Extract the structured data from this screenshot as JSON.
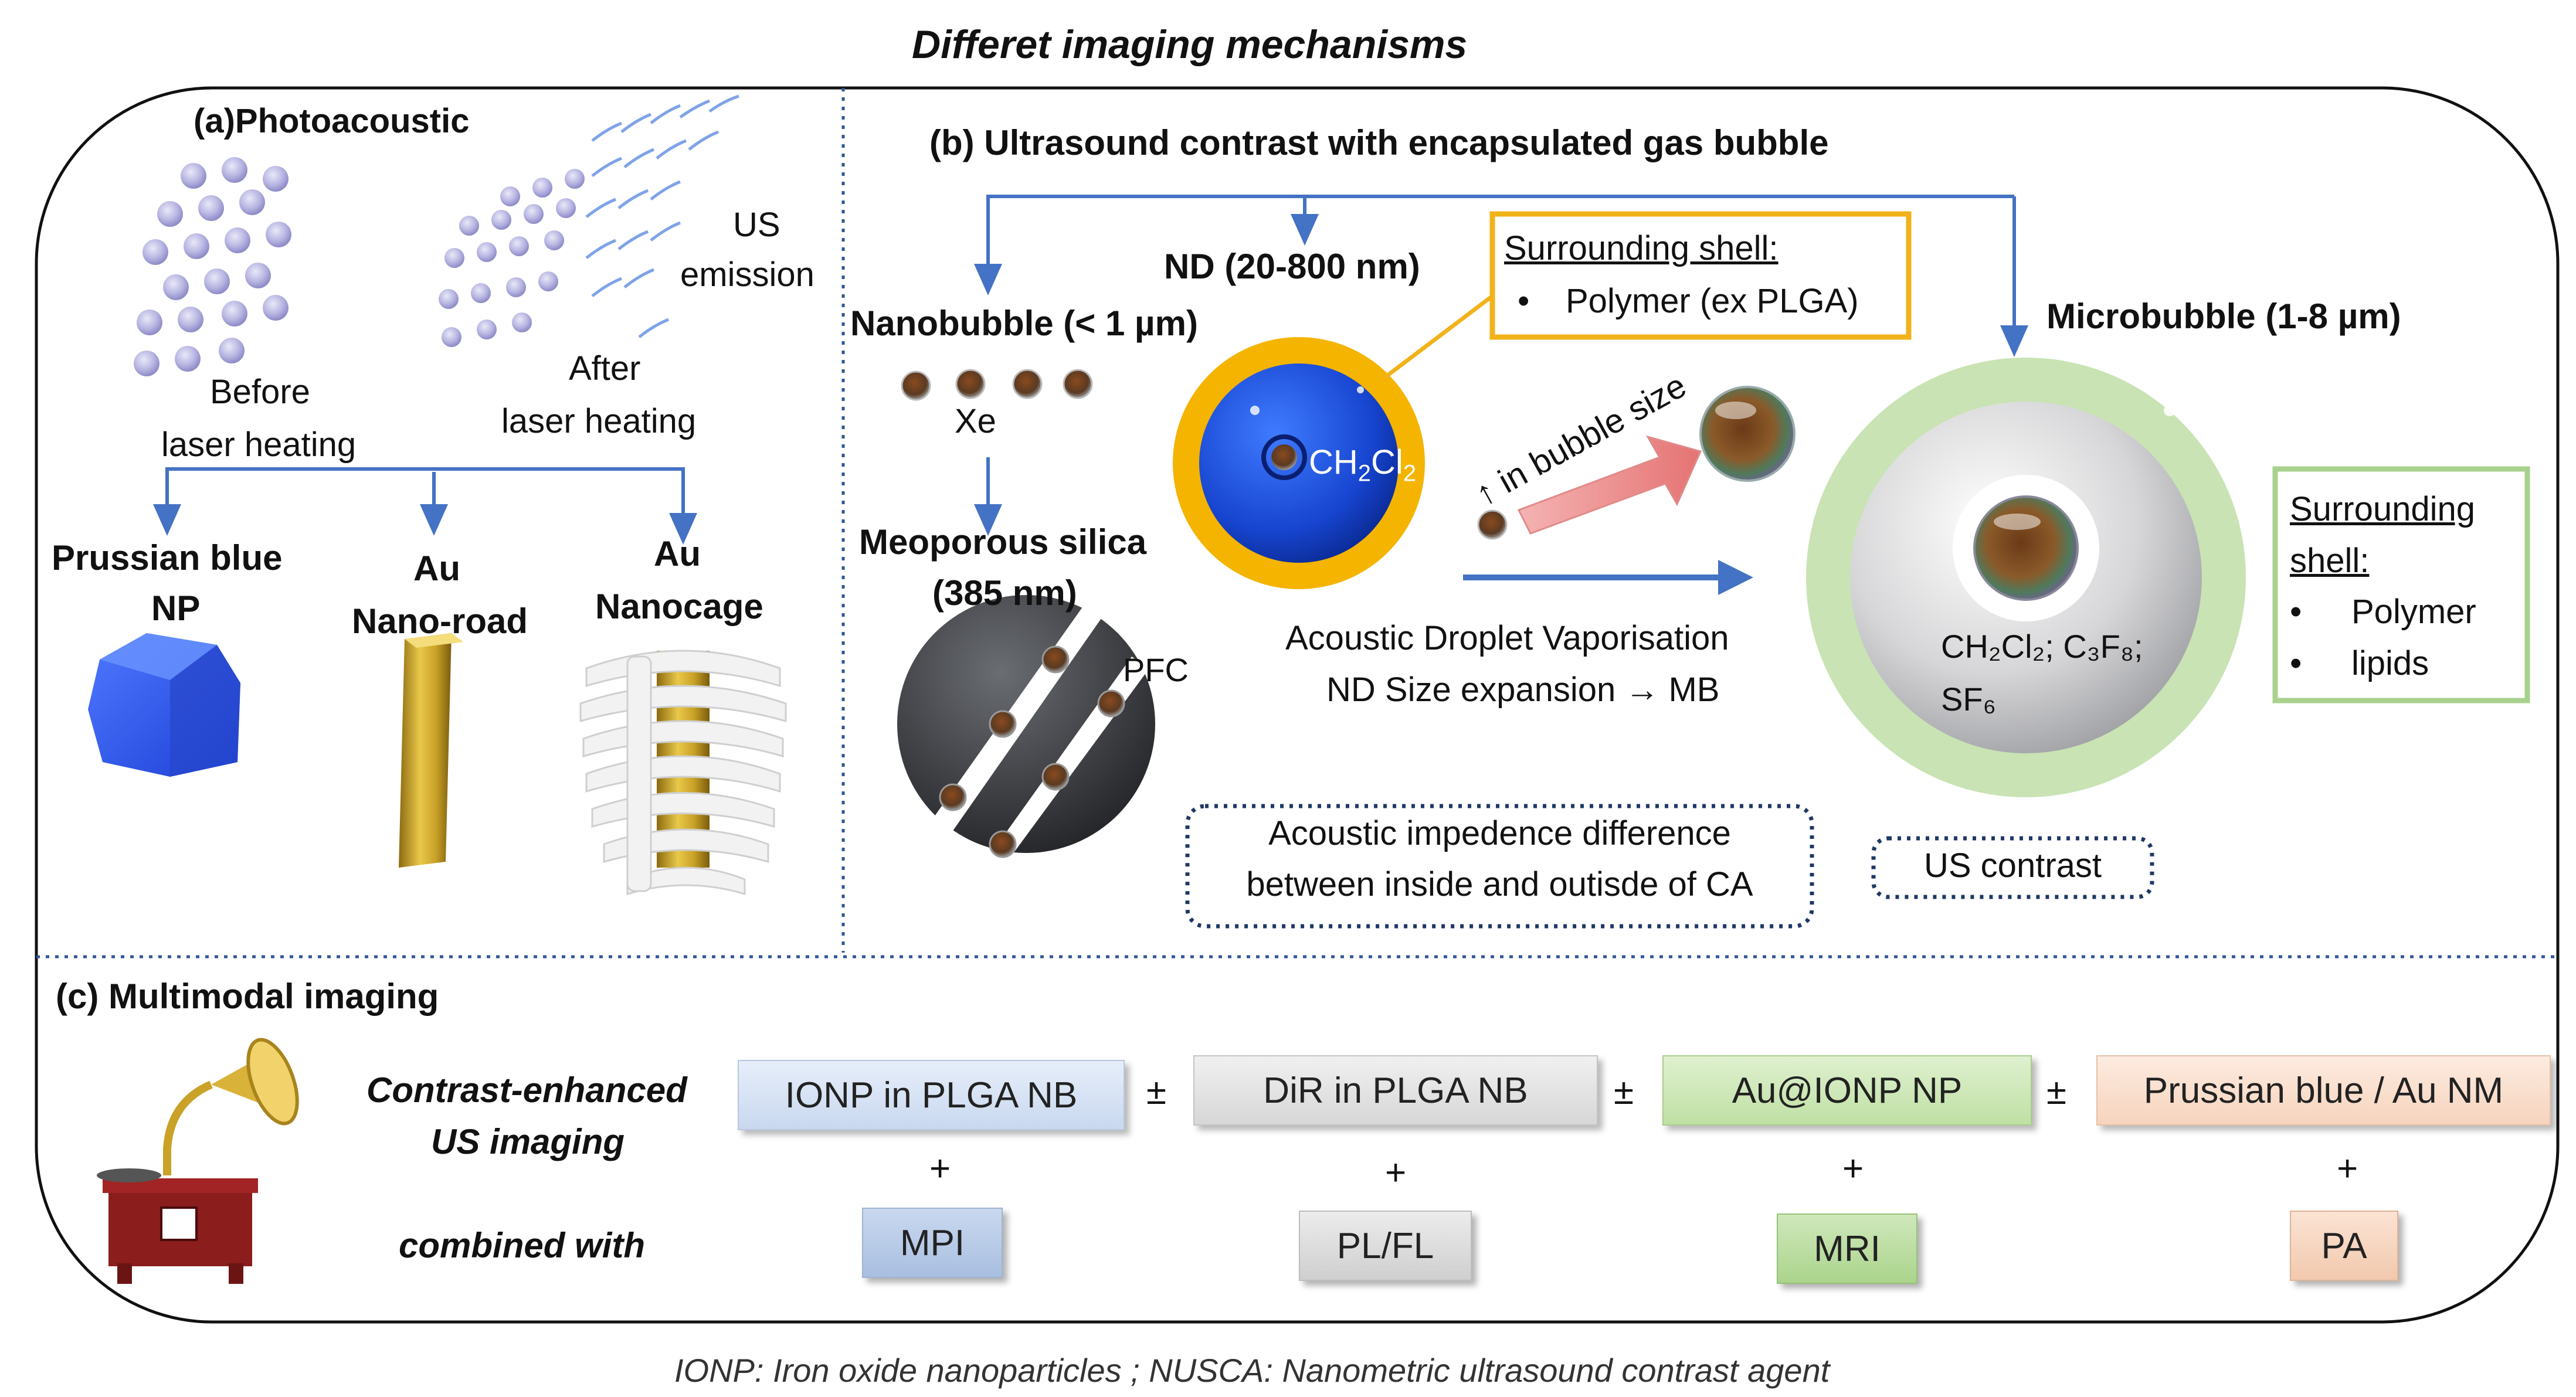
{
  "title": "Differet imaging mechanisms",
  "footnote": "IONP: Iron oxide nanoparticles ; NUSCA: Nanometric ultrasound contrast agent",
  "panel_a": {
    "heading": "(a)Photoacoustic",
    "before_line1": "Before",
    "before_line2": "laser heating",
    "after_line1": "After",
    "after_line2": "laser heating",
    "us_line1": "US",
    "us_line2": "emission",
    "item1_line1": "Prussian  blue",
    "item1_line2": "NP",
    "item2_line1": "Au",
    "item2_line2": "Nano-road",
    "item3_line1": "Au",
    "item3_line2": "Nanocage"
  },
  "panel_b": {
    "heading": "(b) Ultrasound  contrast  with encapsulated  gas bubble",
    "nd_label": "ND (20-800 nm)",
    "nanobubble_label": "Nanobubble  (< 1 µm)",
    "xe_label": "Xe",
    "silica_line1": "Meoporous  silica",
    "silica_line2": "(385 nm)",
    "pfc_label": "PFC",
    "ch2cl2_main": "CH",
    "ch2cl2_sub1": "2",
    "ch2cl2_mid": "Cl",
    "ch2cl2_sub2": "2",
    "shell1_title": "Surrounding shell:",
    "shell1_item": "Polymer (ex PLGA)",
    "bubble_size_label": "↑ in bubble size",
    "microbubble_label": "Microbubble  (1-8 µm)",
    "mb_gas_line1": "CH₂Cl₂; C₃F₈;",
    "mb_gas_line2": "SF₆",
    "vapor_line1": "Acoustic Droplet Vaporisation",
    "vapor_line2": "ND Size expansion → MB",
    "impedance_line1": "Acoustic  impedence  difference",
    "impedance_line2": "between  inside   and outisde  of CA",
    "us_contrast": "US contrast",
    "shell2_title1": "Surrounding",
    "shell2_title2": "shell:",
    "shell2_item1": "Polymer",
    "shell2_item2": "lipids",
    "bullet": "•"
  },
  "panel_c": {
    "heading": "(c) Multimodal  imaging",
    "row1_line1": "Contrast-enhanced",
    "row1_line2": "US imaging",
    "row2_label": "combined with",
    "agents": [
      "IONP in PLGA NB",
      "DiR in PLGA NB",
      "Au@IONP NP",
      "Prussian blue / Au NM"
    ],
    "modalities": [
      "MPI",
      "PL/FL",
      "MRI",
      "PA"
    ],
    "pm": "±",
    "plus": "+"
  },
  "colors": {
    "arrow_blue": "#4472c4",
    "shell_yellow": "#f2b21a",
    "shell_green": "#a9d18e",
    "dotted_navy": "#1f3864",
    "nd_blue": "#1f4fd8",
    "nd_shell": "#f5b800",
    "mb_ring": "#c9e3b4"
  }
}
